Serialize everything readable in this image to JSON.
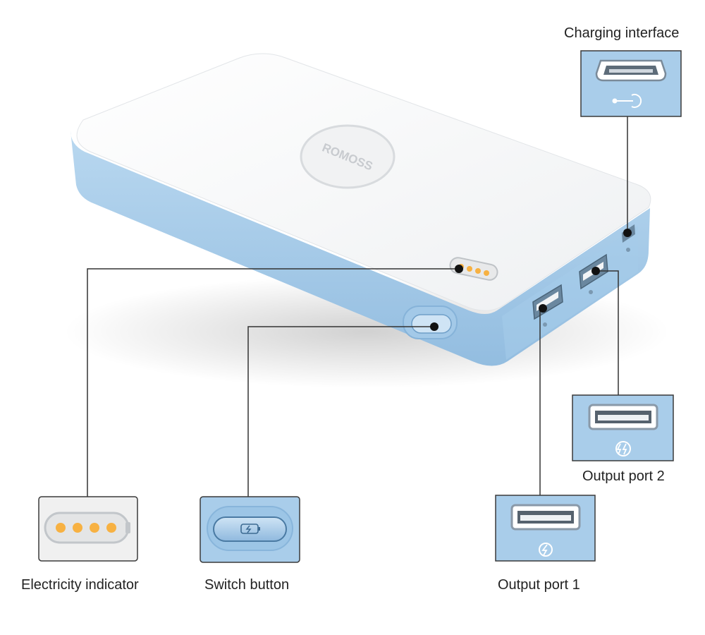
{
  "brand": {
    "logo_text": "ROMOSS"
  },
  "callouts": {
    "charging_interface": "Charging interface",
    "output_port_2": "Output port 2",
    "output_port_1": "Output port 1",
    "electricity_indicator": "Electricity indicator",
    "switch_button": "Switch button"
  },
  "colors": {
    "accent_blue": "#a9cdea",
    "panel_blue": "#a9cdea",
    "panel_border": "#3a3a3a",
    "indicator_dot": "#f7b142",
    "body_white": "#ffffff",
    "leader_line": "#333333"
  },
  "icons": {
    "charging": "micro-usb-input-icon",
    "output_port_1": "lightning-bolt-icon",
    "output_port_2": "fast-charge-icon",
    "switch": "battery-bolt-icon"
  }
}
